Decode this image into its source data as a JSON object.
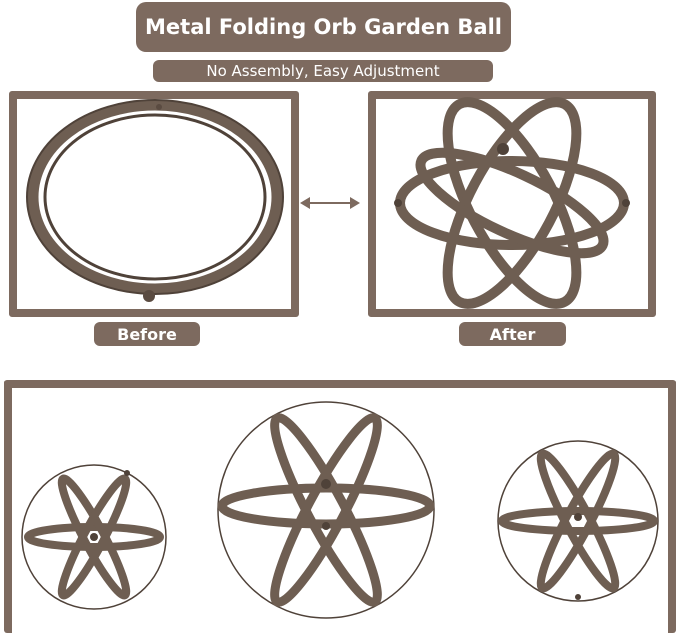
{
  "header": {
    "title": "Metal Folding Orb Garden Ball",
    "subtitle": "No Assembly, Easy Adjustment"
  },
  "labels": {
    "before": "Before",
    "after": "After"
  },
  "colors": {
    "accent": "#7d6a5f",
    "metal": "#6e5e52",
    "metal_dark": "#4f4239",
    "background": "#ffffff"
  },
  "icons": {
    "transition": "double-arrow-icon"
  }
}
